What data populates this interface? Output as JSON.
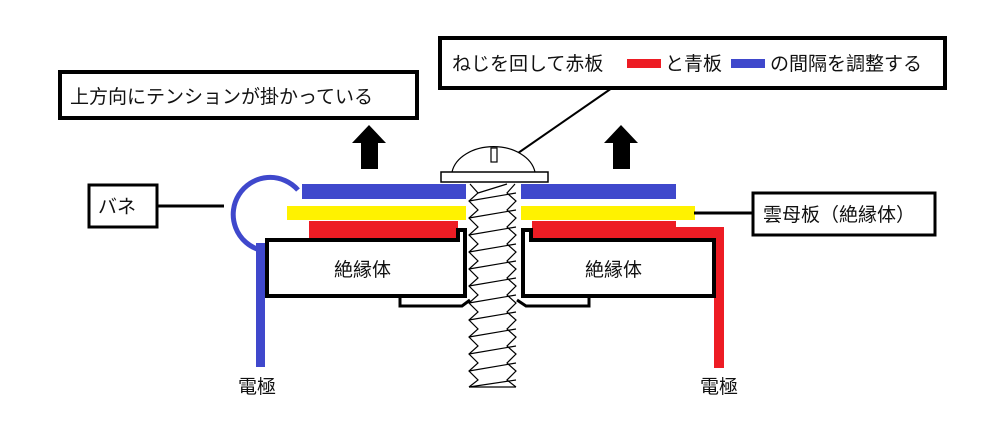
{
  "colors": {
    "blue_plate": "#3f48cc",
    "yellow_mica": "#fff200",
    "red_plate": "#ed1c24",
    "outline": "#000000",
    "background": "#ffffff"
  },
  "callouts": {
    "screw_adjust": {
      "part1": "ねじを回して赤板",
      "part2": "と青板",
      "part3": "の間隔を調整する"
    },
    "tension": "上方向にテンションが掛かっている",
    "spring": "バネ",
    "mica": "雲母板（絶縁体）"
  },
  "labels": {
    "insulator_left": "絶縁体",
    "insulator_right": "絶縁体",
    "electrode_left": "電極",
    "electrode_right": "電極"
  },
  "icons": {
    "tension_arrows": [
      "up-arrow",
      "up-arrow"
    ],
    "screw": "screw",
    "spring": "spring-loop"
  }
}
